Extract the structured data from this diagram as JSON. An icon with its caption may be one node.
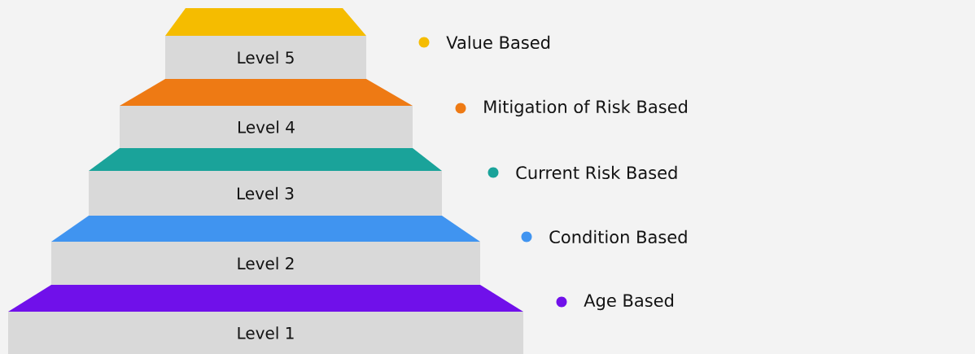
{
  "diagram": {
    "nodes": [
      {
        "text": [
          "Level 5"
        ]
      },
      {
        "text": [
          "Level 4"
        ]
      },
      {
        "text": [
          "Level 3"
        ]
      },
      {
        "text": [
          "Level 2"
        ]
      },
      {
        "text": [
          "Level 1"
        ]
      }
    ],
    "legend": [
      {
        "text": "Value Based",
        "color": "#f5bc00"
      },
      {
        "text": "Mitigation of Risk Based",
        "color": "#ee7a14"
      },
      {
        "text": "Current Risk Based",
        "color": "#1aa39a"
      },
      {
        "text": "Condition Based",
        "color": "#4094f0"
      },
      {
        "text": "Age Based",
        "color": "#7010ea"
      }
    ]
  }
}
